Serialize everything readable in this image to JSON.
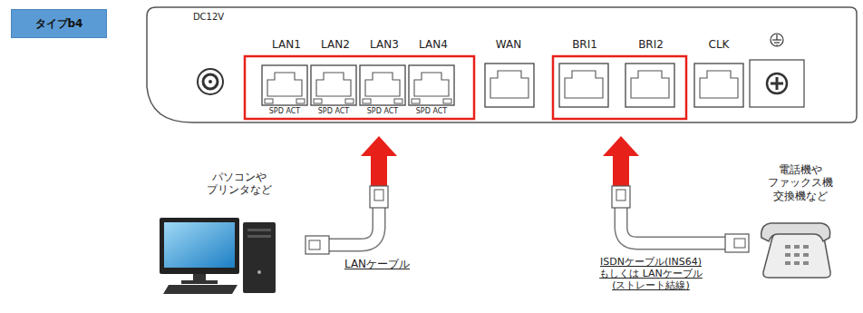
{
  "diagram": {
    "nodes": [
      {
        "text": [
          "タイプb4"
        ]
      }
    ],
    "labels": [
      "DC12V",
      "LAN1",
      "LAN2",
      "LAN3",
      "LAN4",
      "WAN",
      "BRI1",
      "BRI2",
      "CLK",
      "SPD ACT",
      "SPD ACT",
      "SPD ACT",
      "SPD ACT",
      "パソコンや プリンタなど",
      "LANケーブル",
      "電話機や ファックス機 交換機など",
      "ISDNケーブル(INS64) もしくは LANケーブル(ストレート結線)"
    ]
  }
}
